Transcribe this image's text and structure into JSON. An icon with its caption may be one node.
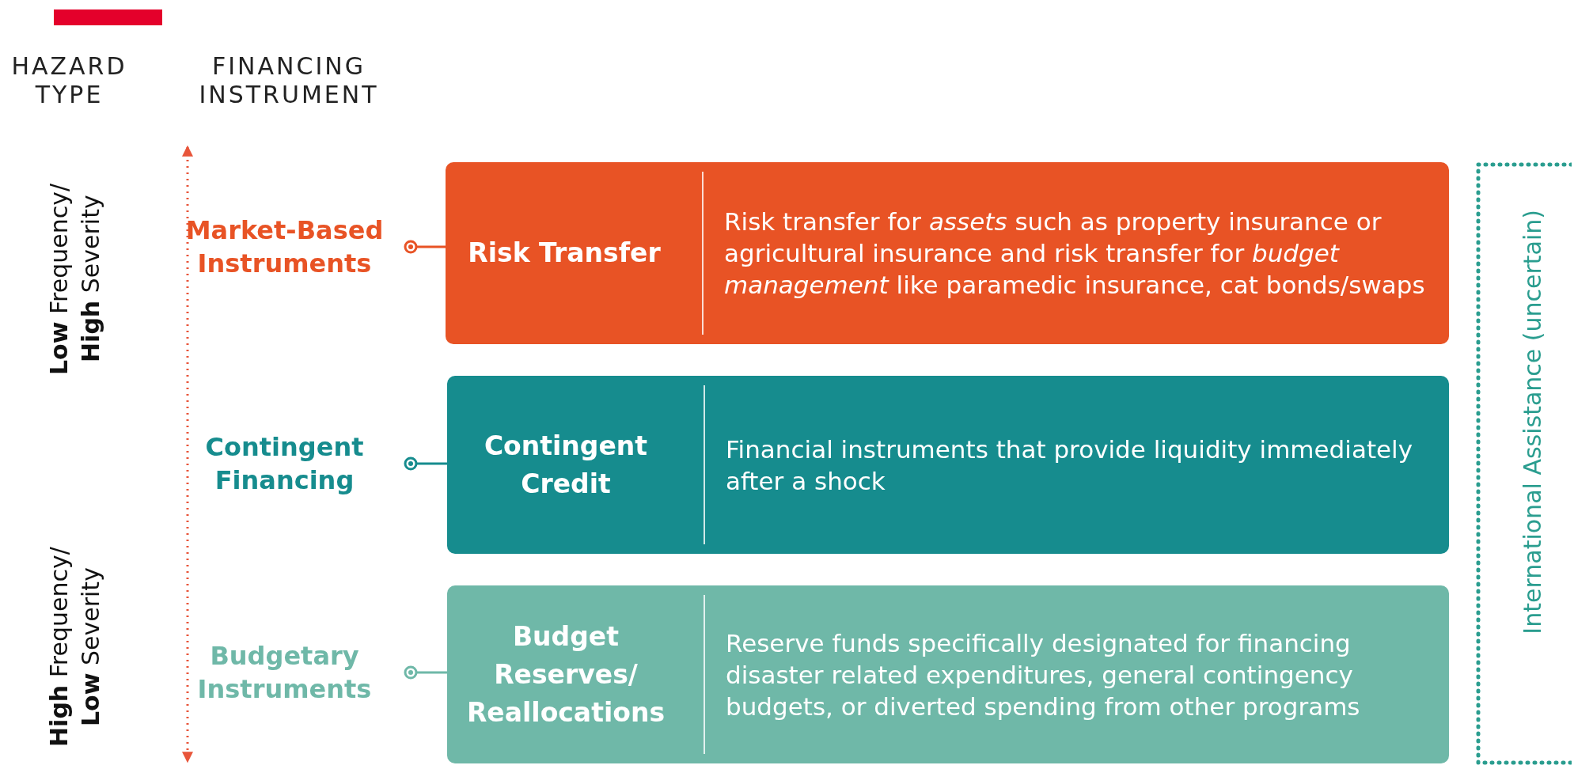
{
  "diagram": {
    "nodes": [
      {
        "text": [
          "Market-Based Instruments"
        ]
      },
      {
        "text": [
          "Risk Transfer",
          "Risk transfer for *assets* such as property insurance or agricultural insurance and risk transfer for *budget management* like paramedic insurance, cat bonds/swaps"
        ]
      },
      {
        "text": [
          "Contingent Financing"
        ]
      },
      {
        "text": [
          "Contingent Credit",
          "Financial instruments that provide liquidity immediately after a shock"
        ]
      },
      {
        "text": [
          "Budgetary Instruments"
        ]
      },
      {
        "text": [
          "Budget Reserves/ Reallocations",
          "Reserve funds specifically designated for financing disaster related expenditures, general contingency budgets, or diverted spending from other programs"
        ]
      },
      {
        "text": [
          "International Assistance (uncertain)"
        ]
      }
    ],
    "edges": [
      {
        "from": 0,
        "to": 1,
        "arrow": "other",
        "color": "#e85325"
      },
      {
        "from": 2,
        "to": 3,
        "arrow": "other",
        "color": "#168c8e"
      },
      {
        "from": 4,
        "to": 5,
        "arrow": "other",
        "color": "#6fb8a8"
      }
    ],
    "labels": [
      "HAZARD TYPE",
      "FINANCING INSTRUMENT",
      "**Low** Frequency/ **High** Severity",
      "**High** Frequency/ **Low** Severity"
    ]
  }
}
